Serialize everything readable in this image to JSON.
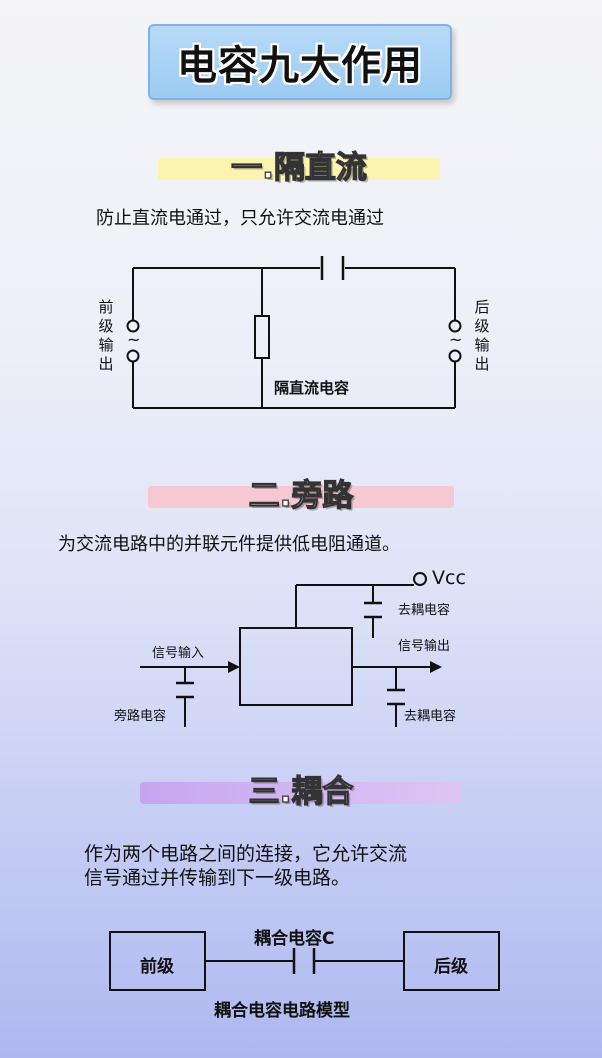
{
  "title": "电容九大作用",
  "section1": {
    "heading": "一.隔直流",
    "description": "防止直流电通过，只允许交流电通过",
    "left_label": [
      "前",
      "级",
      "输",
      "出"
    ],
    "right_label": [
      "后",
      "级",
      "输",
      "出"
    ],
    "cap_label": "隔直流电容",
    "ac_symbol": "~"
  },
  "section2": {
    "heading": "二.旁路",
    "description": "为交流电路中的并联元件提供低电阻通道。",
    "vcc": "Vcc",
    "decouple_top": "去耦电容",
    "signal_out": "信号输出",
    "signal_in": "信号输入",
    "bypass_cap": "旁路电容",
    "decouple_bottom": "去耦电容"
  },
  "section3": {
    "heading": "三.耦合",
    "description_line1": "作为两个电路之间的连接，它允许交流",
    "description_line2": "信号通过并传输到下一级电路。",
    "cap_label": "耦合电容C",
    "front_stage": "前级",
    "back_stage": "后级",
    "model_label": "耦合电容电路模型"
  },
  "colors": {
    "title_bg": "#9ccbf2",
    "highlight1": "#fbf3b0",
    "highlight2": "#f6c8d2",
    "highlight3": "#d3b6f2"
  }
}
